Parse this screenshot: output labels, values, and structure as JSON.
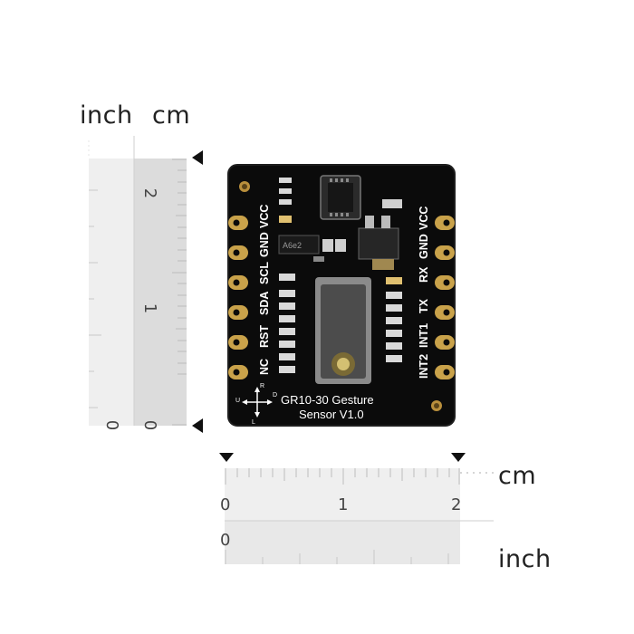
{
  "scale_labels": {
    "left_inch": "inch",
    "left_cm": "cm",
    "bottom_cm": "cm",
    "bottom_inch": "inch"
  },
  "left_ruler": {
    "cm_ticks": [
      "2",
      "1",
      "0"
    ],
    "inch_ticks": [
      "0"
    ]
  },
  "bottom_ruler": {
    "cm_ticks": [
      "0",
      "1",
      "2"
    ],
    "inch_ticks": [
      "0"
    ]
  },
  "board": {
    "left_pins": [
      "NC",
      "RST",
      "SDA",
      "SCL",
      "GND",
      "VCC"
    ],
    "right_pins": [
      "INT2",
      "INT1",
      "TX",
      "RX",
      "GND",
      "VCC"
    ],
    "title_line1": "GR10-30 Gesture",
    "title_line2": "Sensor V1.0",
    "chip_marking": "A6e2",
    "axis_labels": [
      "U",
      "R",
      "D",
      "L"
    ]
  },
  "colors": {
    "pcb": "#0b0b0b",
    "gold_pad": "#c9a24a",
    "ruler_light": "#eeeeee",
    "ruler_dark": "#d9d9d9"
  }
}
